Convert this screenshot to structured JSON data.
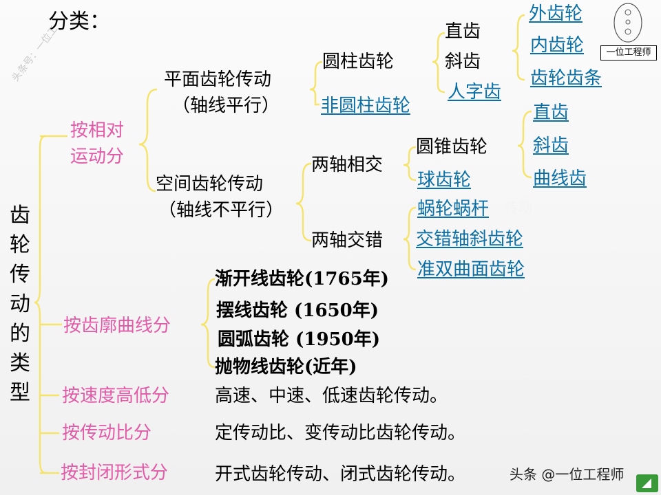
{
  "heading": "分类：",
  "root": [
    "齿",
    "轮",
    "传",
    "动",
    "的",
    "类",
    "型"
  ],
  "by_relative_motion": {
    "label_line1": "按相对",
    "label_line2": "运动分",
    "planar": {
      "title": "平面齿轮传动",
      "subtitle": "（轴线平行）",
      "cylindrical": "圆柱齿轮",
      "non_cylindrical": "非圆柱齿轮",
      "straight": "直齿",
      "helical": "斜齿",
      "herringbone": "人字齿",
      "external": "外齿轮",
      "internal": "内齿轮",
      "rack": "齿轮齿条"
    },
    "spatial": {
      "title": "空间齿轮传动",
      "subtitle": "（轴线不平行）",
      "intersecting": "两轴相交",
      "crossed": "两轴交错",
      "bevel": "圆锥齿轮",
      "spherical": "球齿轮",
      "bevel_straight": "直齿",
      "bevel_helical": "斜齿",
      "bevel_curved": "曲线齿",
      "worm": "蜗轮蜗杆",
      "crossed_helical": "交错轴斜齿轮",
      "hypoid": "准双曲面齿轮"
    }
  },
  "by_tooth_profile": {
    "label": "按齿廓曲线分",
    "involute": "渐开线齿轮(1765年)",
    "cycloidal": "摆线齿轮 (1650年)",
    "circular_arc": "圆弧齿轮 (1950年)",
    "parabolic": "抛物线齿轮(近年)"
  },
  "by_speed": {
    "label": "按速度高低分",
    "text": "高速、中速、低速齿轮传动。"
  },
  "by_ratio": {
    "label": "按传动比分",
    "text": "定传动比、变传动比齿轮传动。"
  },
  "by_enclosure": {
    "label": "按封闭形式分",
    "text": "开式齿轮传动、闭式齿轮传动。"
  },
  "watermark": "头条号：一位工",
  "stamp": "一位工程师",
  "ghost_text": "传动",
  "credit": "头条 @一位工程师",
  "colors": {
    "wire": "#f5e36a",
    "category": "#e35aa7",
    "link": "#0a6fa6"
  }
}
